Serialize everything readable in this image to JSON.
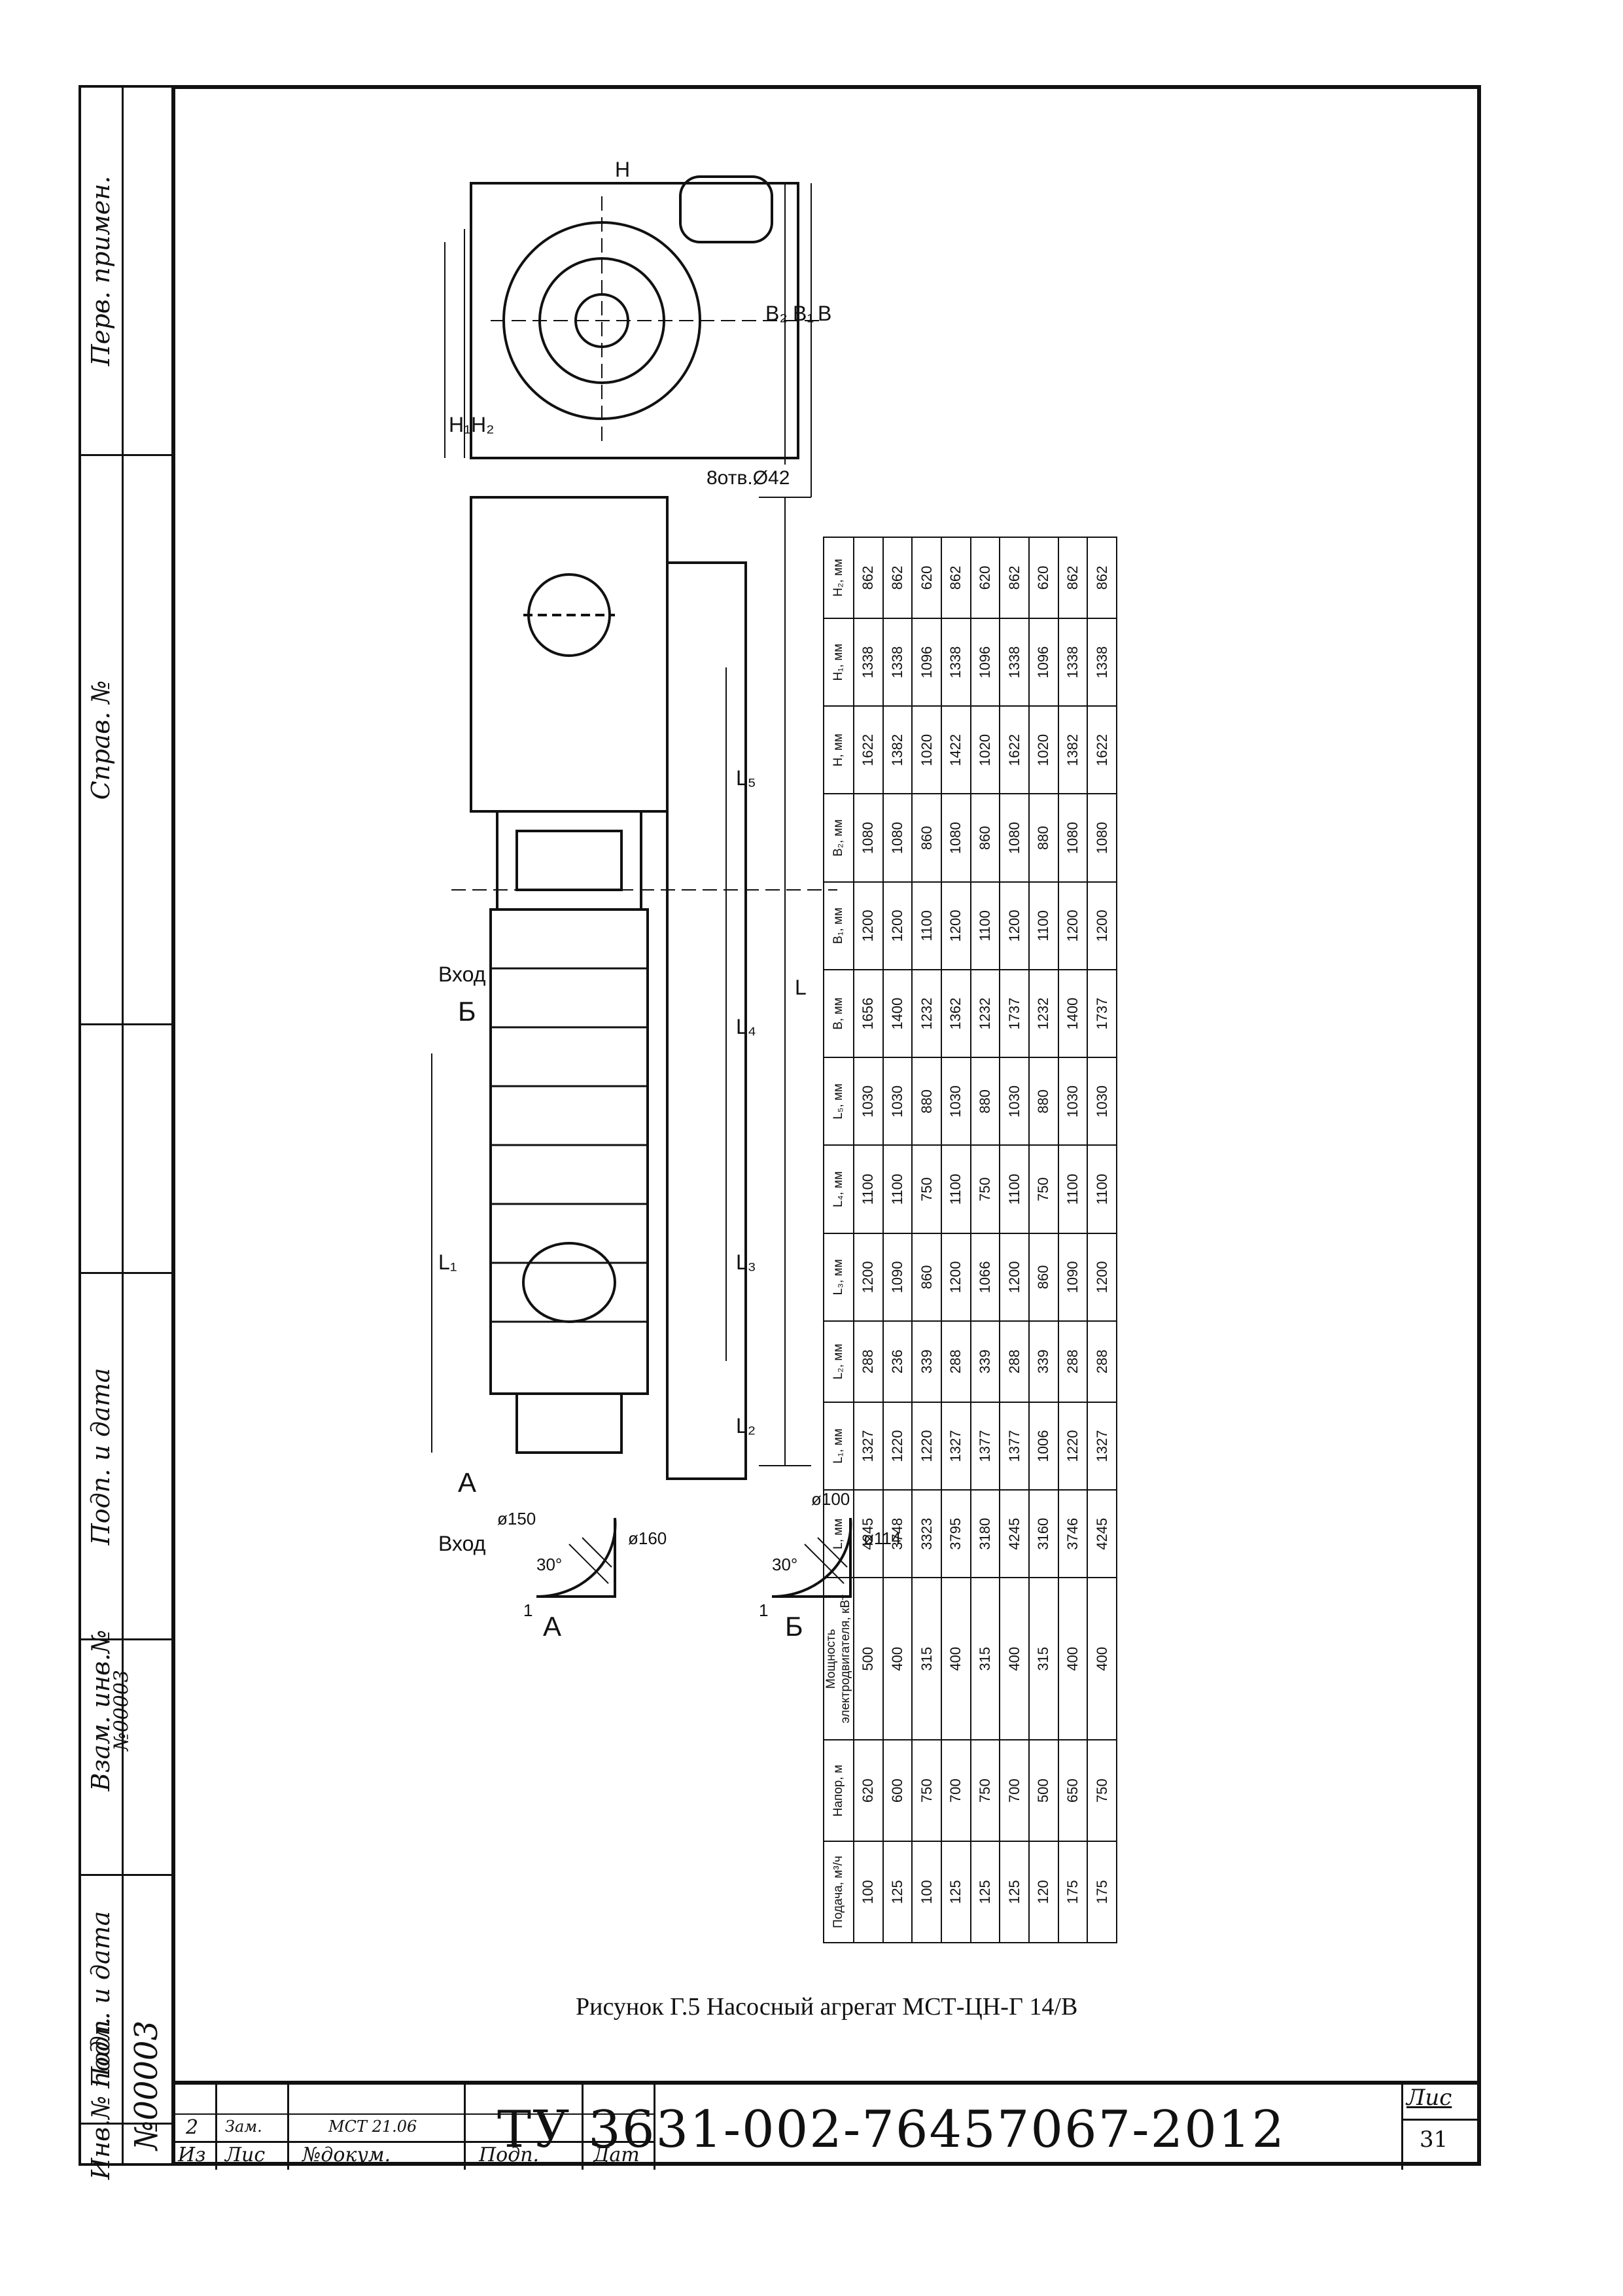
{
  "left_strip": {
    "perv_primen": "Перв. примен.",
    "sprav_no": "Справ. №",
    "podp_data_top": "Подп. и дата",
    "vzam_inv": "Взам. инв.№",
    "vzam_inv_value": "№00003",
    "podp_data_bottom": "Подп. и дата",
    "inv_podl": "Инв.№ подл.",
    "inv_podl_value": "№00003"
  },
  "drawing": {
    "label_A": "А",
    "label_B": "Б",
    "vhod_bottom": "Вход",
    "vhod_top": "Вход",
    "dim_L": "L",
    "dim_L1": "L₁",
    "dim_L2": "L₂",
    "dim_L3": "L₃",
    "dim_L4": "L₄",
    "dim_L5": "L₅",
    "dim_B": "B",
    "dim_B1": "B₁",
    "dim_B2": "B₂",
    "dim_H": "H",
    "dim_H1": "H₁",
    "dim_H2": "H₂",
    "holes": "8отв.Ø42",
    "detail_A_d1": "ø150",
    "detail_A_d2": "ø160",
    "detail_A_angle": "30°",
    "detail_A_one": "1",
    "detail_B_d1": "ø100",
    "detail_B_d2": "ø114",
    "detail_B_angle": "30°",
    "detail_B_one": "1"
  },
  "table": {
    "headers": [
      "Подача, м³/ч",
      "Напор, м",
      "Мощность электродвигателя, кВт",
      "L, мм",
      "L₁, мм",
      "L₂, мм",
      "L₃, мм",
      "L₄, мм",
      "L₅, мм",
      "B, мм",
      "B₁, мм",
      "B₂, мм",
      "H, мм",
      "H₁, мм",
      "H₂, мм"
    ],
    "rows": [
      [
        "100",
        "620",
        "500",
        "4245",
        "1327",
        "288",
        "1200",
        "1100",
        "1030",
        "1656",
        "1200",
        "1080",
        "1622",
        "1338",
        "862"
      ],
      [
        "125",
        "600",
        "400",
        "3748",
        "1220",
        "236",
        "1090",
        "1100",
        "1030",
        "1400",
        "1200",
        "1080",
        "1382",
        "1338",
        "862"
      ],
      [
        "100",
        "750",
        "315",
        "3323",
        "1220",
        "339",
        "860",
        "750",
        "880",
        "1232",
        "1100",
        "860",
        "1020",
        "1096",
        "620"
      ],
      [
        "125",
        "700",
        "400",
        "3795",
        "1327",
        "288",
        "1200",
        "1100",
        "1030",
        "1362",
        "1200",
        "1080",
        "1422",
        "1338",
        "862"
      ],
      [
        "125",
        "750",
        "315",
        "3180",
        "1377",
        "339",
        "1066",
        "750",
        "880",
        "1232",
        "1100",
        "860",
        "1020",
        "1096",
        "620"
      ],
      [
        "125",
        "700",
        "400",
        "4245",
        "1377",
        "288",
        "1200",
        "1100",
        "1030",
        "1737",
        "1200",
        "1080",
        "1622",
        "1338",
        "862"
      ],
      [
        "120",
        "500",
        "315",
        "3160",
        "1006",
        "339",
        "860",
        "750",
        "880",
        "1232",
        "1100",
        "880",
        "1020",
        "1096",
        "620"
      ],
      [
        "175",
        "650",
        "400",
        "3746",
        "1220",
        "288",
        "1090",
        "1100",
        "1030",
        "1400",
        "1200",
        "1080",
        "1382",
        "1338",
        "862"
      ],
      [
        "175",
        "750",
        "400",
        "4245",
        "1327",
        "288",
        "1200",
        "1100",
        "1030",
        "1737",
        "1200",
        "1080",
        "1622",
        "1338",
        "862"
      ]
    ]
  },
  "caption": "Рисунок Г.5 Насосный агрегат МСТ-ЦН-Г 14/В",
  "stamp": {
    "izm": "2",
    "zam": "Зам.",
    "doc_value": "МСТ 21.06",
    "col_iz": "Из",
    "col_lis": "Лис",
    "col_ndok": "№докум.",
    "col_podp": "Подп.",
    "col_dat": "Дат",
    "doc_number": "ТУ 3631-002-76457067-2012",
    "sheet_label": "Лис",
    "sheet_number": "31"
  }
}
